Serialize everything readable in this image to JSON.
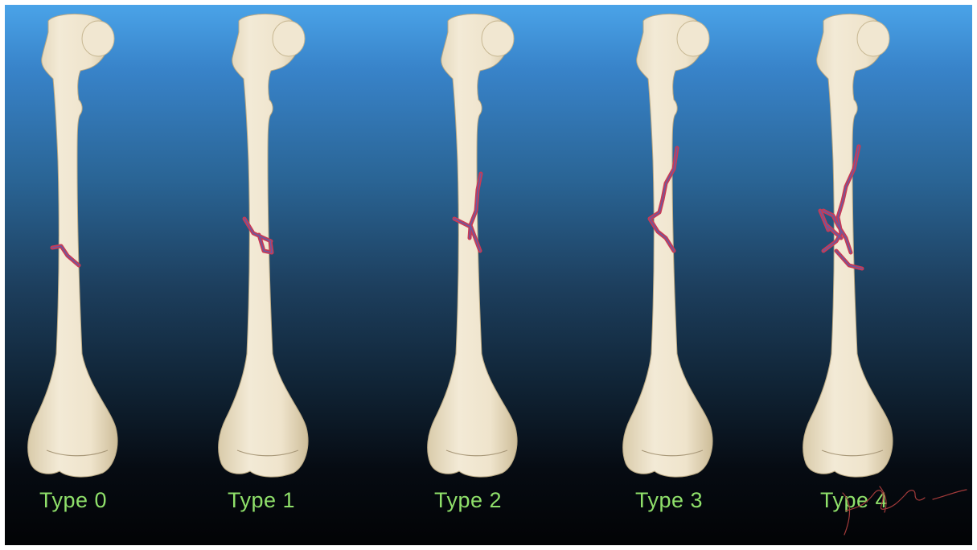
{
  "diagram": {
    "background": {
      "top_color": "#4aa3e8",
      "bottom_color": "#020305"
    },
    "bone_color": "#efe4cc",
    "fracture_line_color": "#c93a55",
    "fracture_line_core_color": "#6a5aa0",
    "label_color": "#8fe06a",
    "items": [
      {
        "label": "Type 0"
      },
      {
        "label": "Type 1"
      },
      {
        "label": "Type 2"
      },
      {
        "label": "Type 3"
      },
      {
        "label": "Type 4"
      }
    ],
    "signature_icon": "handwritten-signature"
  }
}
